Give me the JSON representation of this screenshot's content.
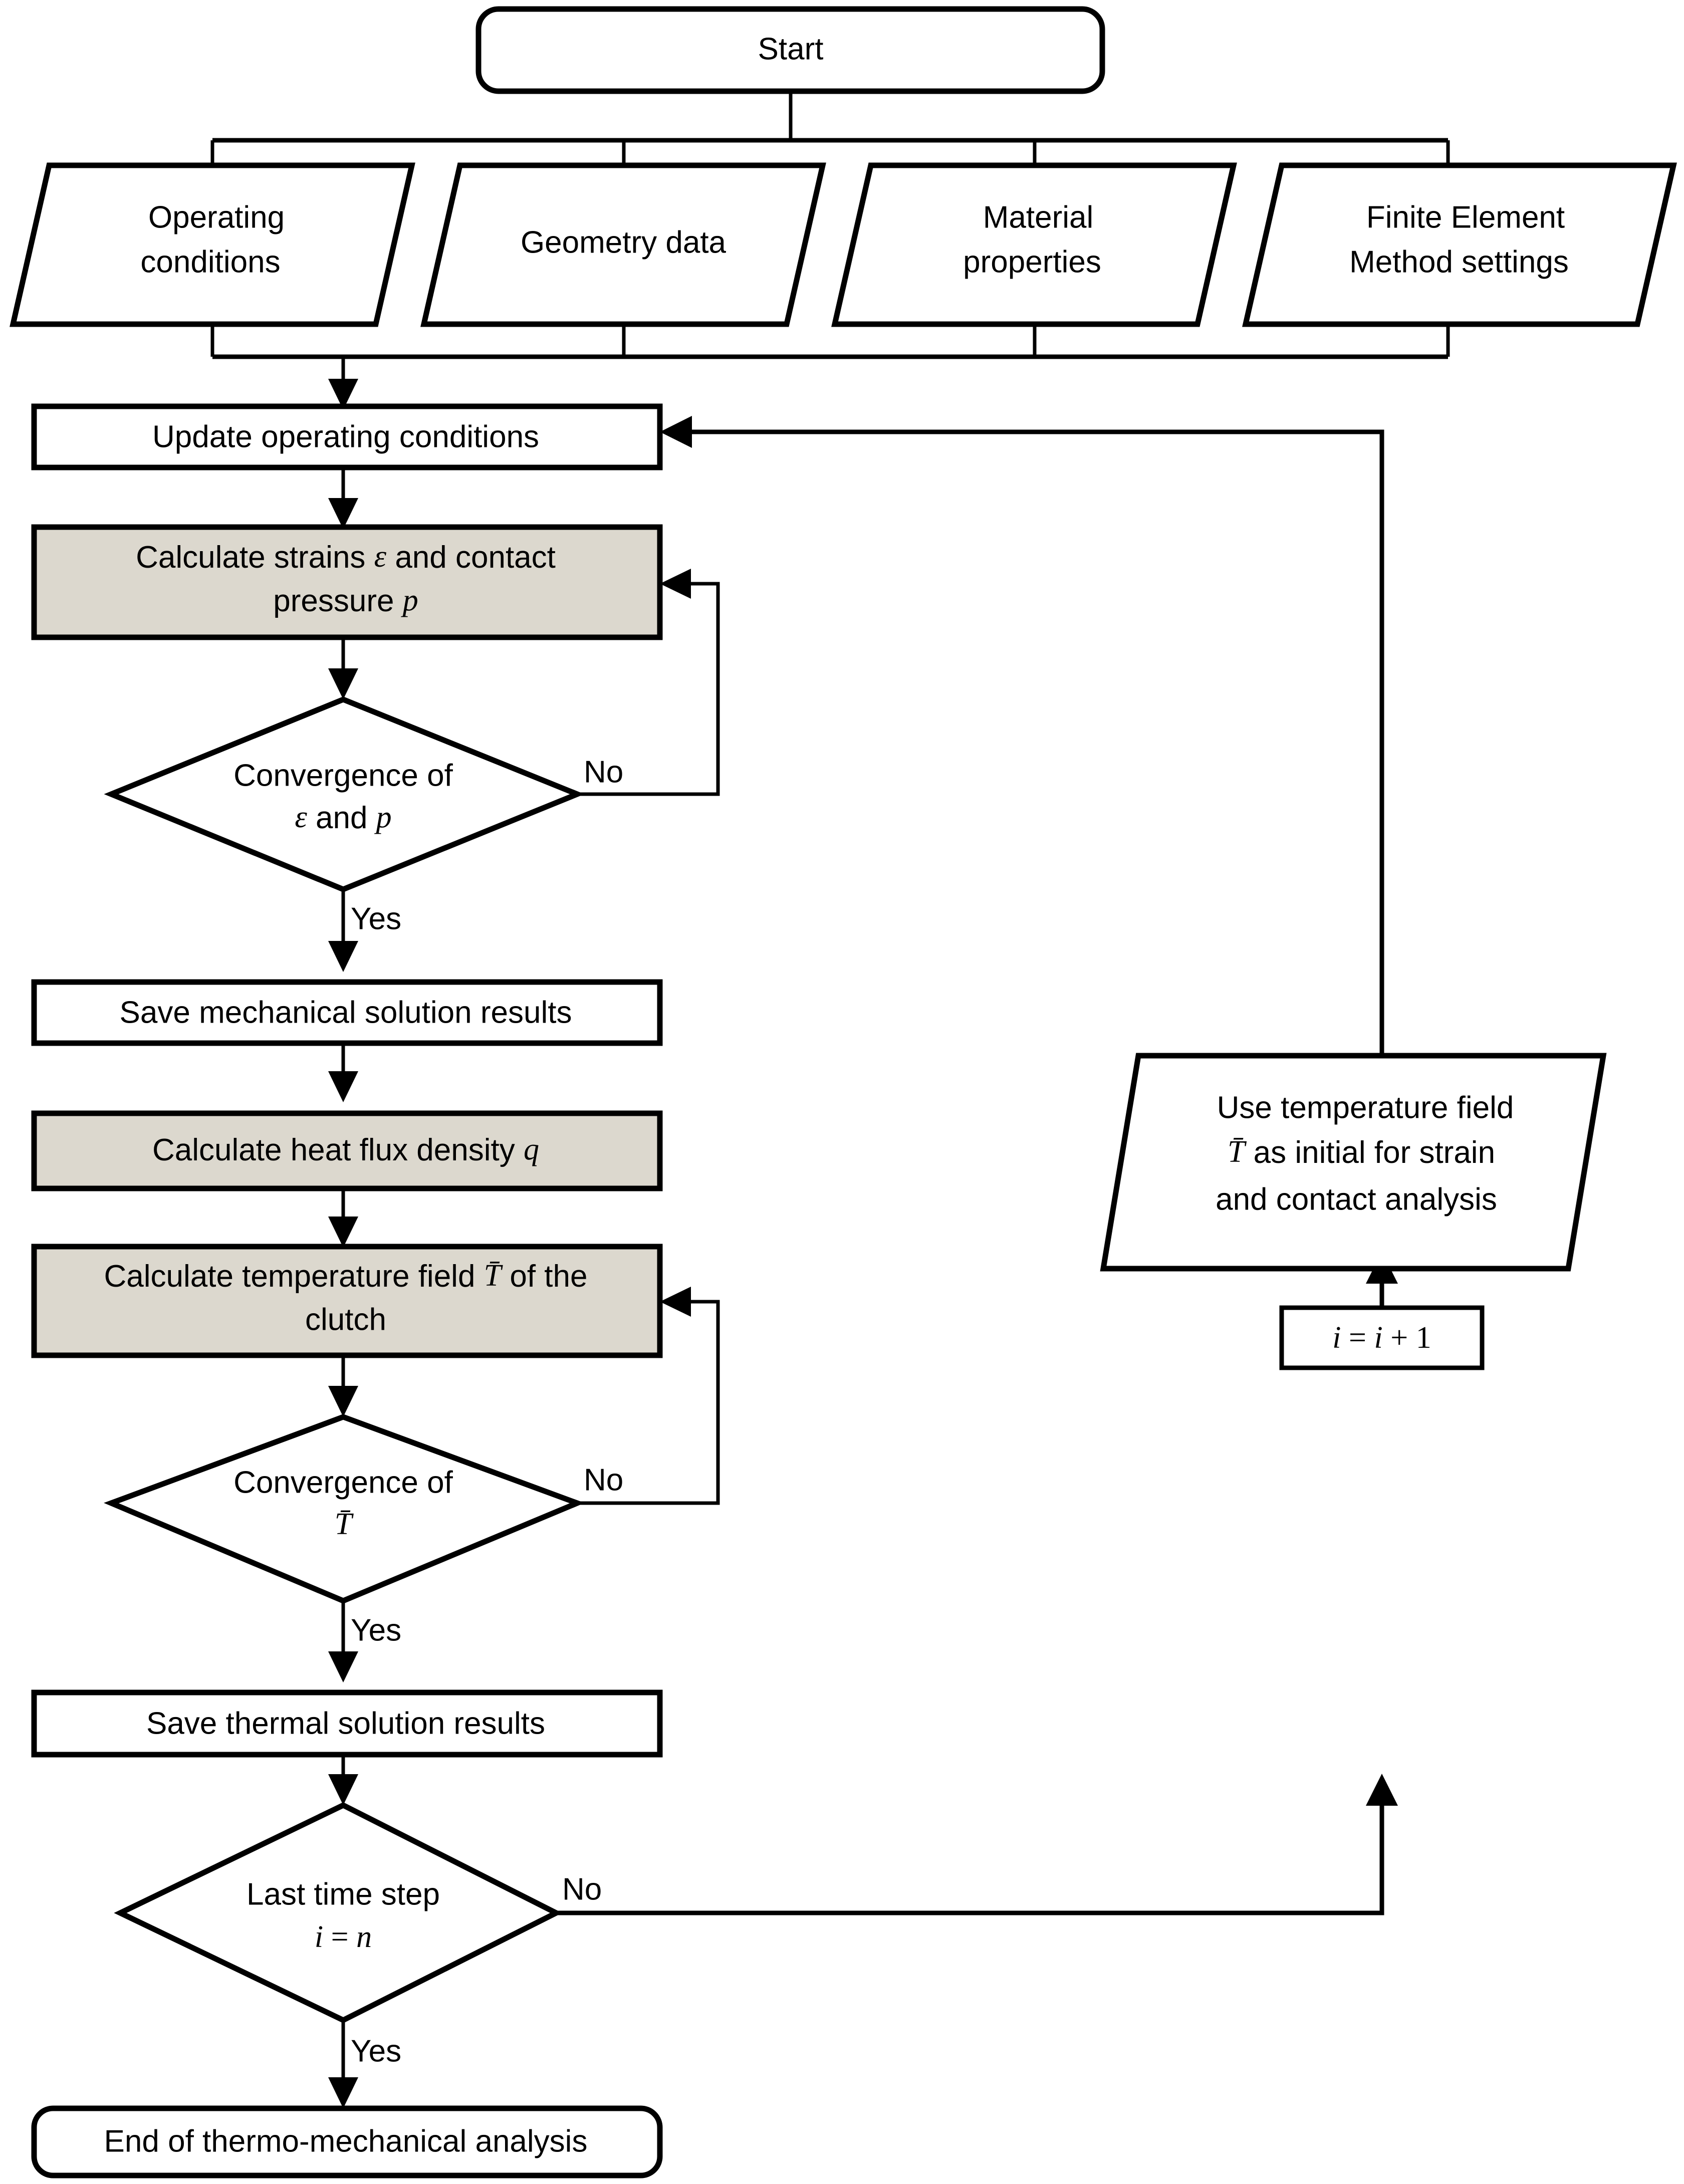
{
  "diagram": {
    "title": "Thermo-mechanical analysis flowchart",
    "colors": {
      "shaded_fill": "#dcd8ce",
      "plain_fill": "#ffffff",
      "stroke": "#000000"
    },
    "nodes": {
      "start": {
        "label": "Start",
        "shape": "terminator"
      },
      "operating_conditions": {
        "line1": "Operating",
        "line2": "conditions",
        "shape": "parallelogram"
      },
      "geometry_data": {
        "line1": "Geometry data",
        "shape": "parallelogram"
      },
      "material_properties": {
        "line1": "Material",
        "line2": "properties",
        "shape": "parallelogram"
      },
      "fem_settings": {
        "line1": "Finite Element",
        "line2": "Method settings",
        "shape": "parallelogram"
      },
      "update_operating": {
        "label": "Update operating conditions",
        "shape": "process"
      },
      "calc_strains": {
        "line1_a": "Calculate strains ",
        "line1_sym": "ε",
        "line1_b": " and contact",
        "line2_a": "pressure ",
        "line2_sym": "p",
        "shape": "process-shaded"
      },
      "conv_strain": {
        "line1": "Convergence of",
        "line2_a": "ε",
        "line2_b": " and ",
        "line2_c": "p",
        "shape": "decision",
        "yes": "Yes",
        "no": "No"
      },
      "save_mech": {
        "label": "Save mechanical solution results",
        "shape": "process"
      },
      "calc_heat_flux": {
        "line1_a": "Calculate heat flux density ",
        "line1_sym": "q",
        "shape": "process-shaded"
      },
      "calc_temp": {
        "line1_a": "Calculate temperature field ",
        "line1_sym": "T̄",
        "line1_b": " of the",
        "line2": "clutch",
        "shape": "process-shaded"
      },
      "conv_temp": {
        "line1": "Convergence of",
        "line2": "T̄",
        "shape": "decision",
        "yes": "Yes",
        "no": "No"
      },
      "save_thermal": {
        "label": "Save thermal solution results",
        "shape": "process"
      },
      "last_time_step": {
        "line1": "Last time step",
        "line2_a": "i",
        "line2_b": " = ",
        "line2_c": "n",
        "shape": "decision",
        "yes": "Yes",
        "no": "No"
      },
      "end": {
        "label": "End of thermo-mechanical analysis",
        "shape": "terminator"
      },
      "use_temp_field": {
        "line1": "Use temperature field",
        "line2_a": "T̄",
        "line2_b": " as initial for strain",
        "line3": "and contact analysis",
        "shape": "parallelogram"
      },
      "increment": {
        "expr_a": "i",
        "expr_b": " = ",
        "expr_c": "i",
        "expr_d": " + 1",
        "shape": "process"
      }
    },
    "edge_labels": {
      "conv_strain_no": "No",
      "conv_strain_yes": "Yes",
      "conv_temp_no": "No",
      "conv_temp_yes": "Yes",
      "last_step_no": "No",
      "last_step_yes": "Yes"
    }
  }
}
